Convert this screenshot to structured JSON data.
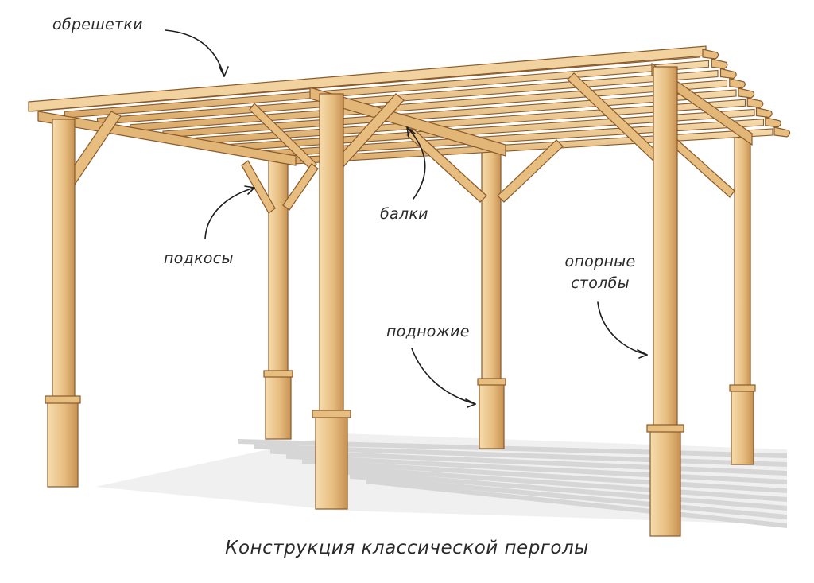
{
  "labels": {
    "slats": "обрешетки",
    "beams": "балки",
    "braces": "подкосы",
    "base": "подножие",
    "posts_line1": "опорные",
    "posts_line2": "столбы"
  },
  "caption": "Конструкция классической перголы",
  "colors": {
    "wood_light": "#f2d3a0",
    "wood_mid": "#e2b677",
    "wood_dark": "#c79253",
    "outline": "#8a5a2b",
    "shadow": "#c8c8c8",
    "text": "#2a2a2a"
  }
}
